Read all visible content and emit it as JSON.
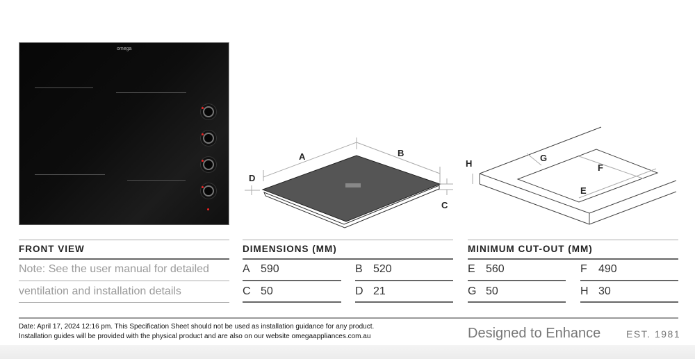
{
  "front_view": {
    "brand": "omega",
    "heading": "FRONT VIEW",
    "note_line1": "Note: See the user manual for detailed",
    "note_line2": "ventilation and installation details"
  },
  "dimensions": {
    "heading": "DIMENSIONS (MM)",
    "items": [
      {
        "label": "A",
        "value": "590"
      },
      {
        "label": "B",
        "value": "520"
      },
      {
        "label": "C",
        "value": "50"
      },
      {
        "label": "D",
        "value": "21"
      }
    ]
  },
  "cutout": {
    "heading": "MINIMUM CUT-OUT (MM)",
    "items": [
      {
        "label": "E",
        "value": "560"
      },
      {
        "label": "F",
        "value": "490"
      },
      {
        "label": "G",
        "value": "50"
      },
      {
        "label": "H",
        "value": "30"
      }
    ]
  },
  "footer": {
    "line1": "Date: April 17, 2024 12:16 pm. This Specification Sheet should not be used as installation guidance for any product.",
    "line2": "Installation guides will be provided with the physical product and are also on our website omegaappliances.com.au",
    "tagline": "Designed to Enhance",
    "est": "EST. 1981"
  },
  "colors": {
    "hob_surface": "#555555",
    "glass": "#0a0a0a",
    "indicator": "#e22222"
  }
}
